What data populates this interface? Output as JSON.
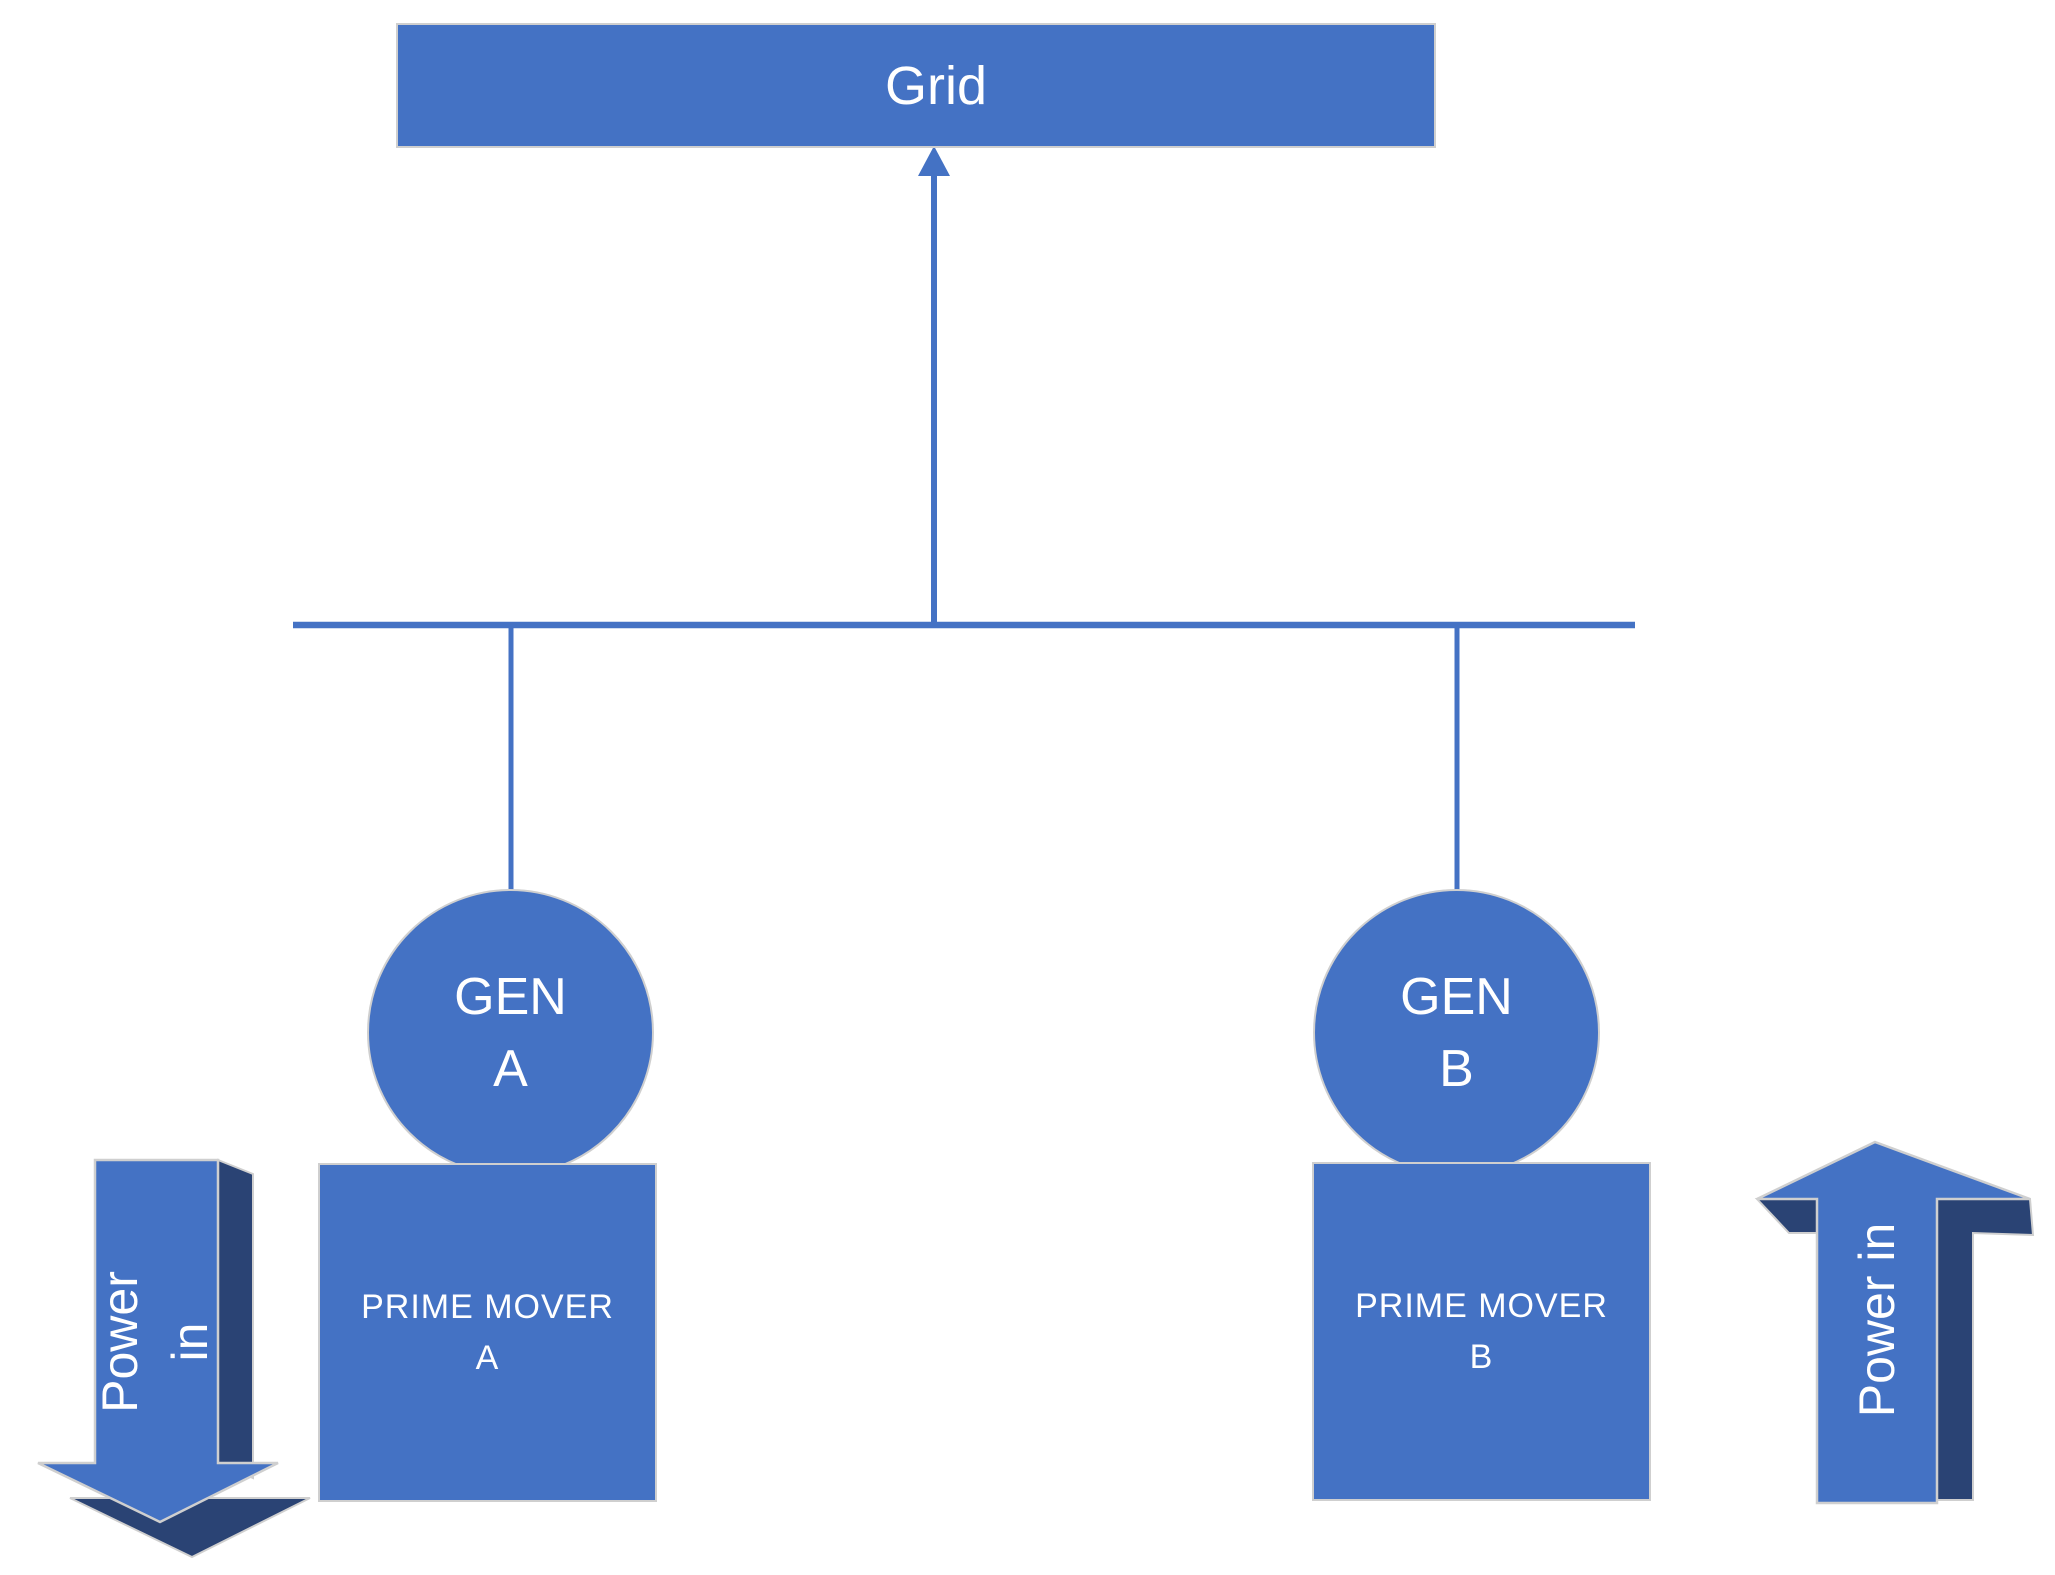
{
  "diagram": {
    "grid": {
      "label": "Grid"
    },
    "generators": [
      {
        "id": "A",
        "line1": "GEN",
        "line2": "A"
      },
      {
        "id": "B",
        "line1": "GEN",
        "line2": "B"
      }
    ],
    "prime_movers": [
      {
        "line1": "PRIME MOVER",
        "line2": "A"
      },
      {
        "line1": "PRIME MOVER",
        "line2": "B"
      }
    ],
    "power_labels": {
      "left": {
        "line1": "Power",
        "line2": "in",
        "direction": "down"
      },
      "right": {
        "label": "Power in",
        "direction": "up"
      }
    },
    "colors": {
      "shape_blue": "#4472C4",
      "shadow_navy": "#2A4374",
      "outline_gray": "#CFCFCF",
      "connector_blue": "#4472C4",
      "text_white": "#FFFFFF"
    }
  }
}
